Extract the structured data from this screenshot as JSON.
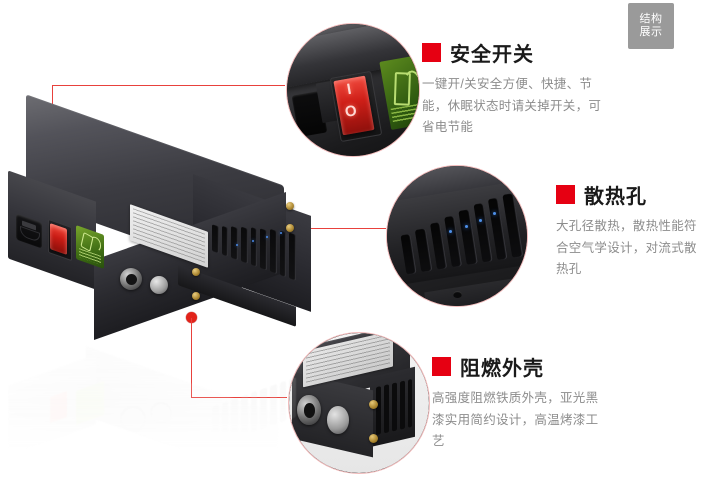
{
  "corner_tab": {
    "line1": "结构",
    "line2": "展示",
    "bg_color": "#9a9a9a"
  },
  "theme": {
    "bullet_color": "#e60012",
    "leader_color": "#e8413c",
    "title_color": "#1a1a1a",
    "body_color": "#8c8c8c",
    "ring_color": "#f0b9b9"
  },
  "features": [
    {
      "id": "safety-switch",
      "title": "安全开关",
      "body": "一键开/关安全方便、快捷、节能，休眠状态时请关掉开关，可省电节能",
      "callout_icon": "rocker-switch-closeup"
    },
    {
      "id": "cooling-vents",
      "title": "散热孔",
      "body": "大孔径散热，散热性能符合空气学设计，对流式散热孔",
      "callout_icon": "vent-slots-closeup"
    },
    {
      "id": "flame-retardant-case",
      "title": "阻燃外壳",
      "body": "高强度阻燃铁质外壳，亚光黑漆实用简约设计，高温烤漆工艺",
      "callout_icon": "corner-connectors-closeup"
    }
  ],
  "product": {
    "name": "black-metal-power-supply-unit",
    "switch_marks": {
      "on": "I",
      "off": "O"
    },
    "parts": [
      "iec-power-socket",
      "red-rocker-switch",
      "green-energy-label",
      "spec-sticker",
      "side-cooling-vents",
      "xlr-connector",
      "round-push-button",
      "mounting-bracket",
      "brass-screws"
    ]
  }
}
